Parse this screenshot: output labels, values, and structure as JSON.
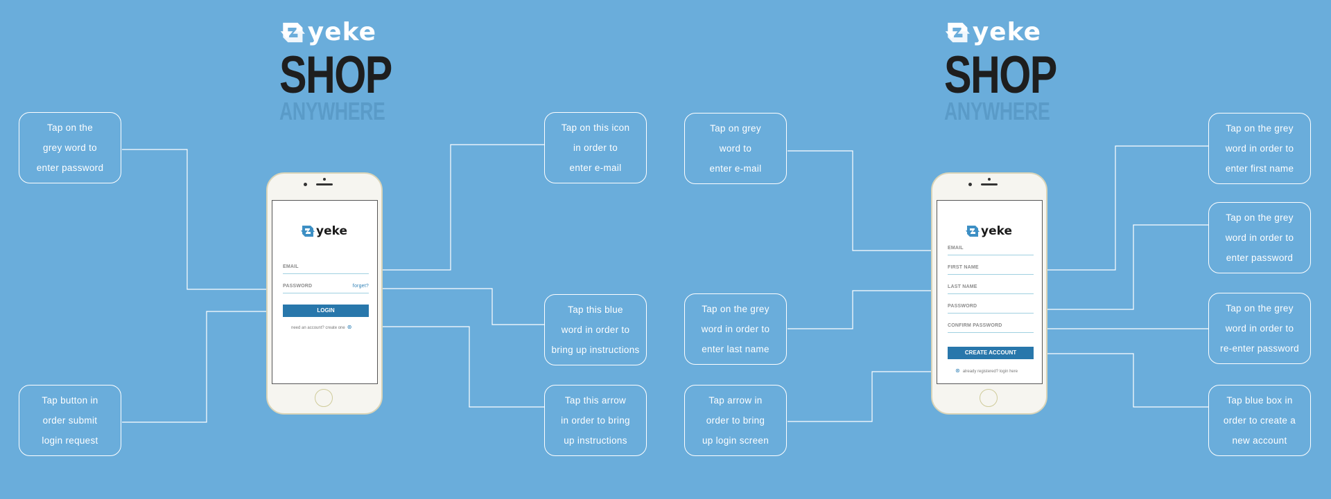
{
  "brand": {
    "logo_text": "yeke",
    "title": "SHOP",
    "subtitle": "ANYWHERE"
  },
  "login_screen": {
    "logo_text": "yeke",
    "email_label": "EMAIL",
    "password_label": "PASSWORD",
    "forgot_link": "forget?",
    "login_button": "LOGIN",
    "create_prompt": "need an account? create one"
  },
  "signup_screen": {
    "logo_text": "yeke",
    "fields": [
      "EMAIL",
      "FIRST NAME",
      "LAST NAME",
      "PASSWORD",
      "CONFIRM PASSWORD"
    ],
    "create_button": "CREATE ACCOUNT",
    "login_prompt": "already registered? login here"
  },
  "callouts": {
    "enter_password_left": [
      "Tap on the",
      "grey word to",
      "enter password"
    ],
    "submit_login": [
      "Tap button in",
      "order submit",
      "login request"
    ],
    "enter_email_icon": [
      "Tap on this icon",
      "in order to",
      "enter e-mail"
    ],
    "forgot_instructions": [
      "Tap this blue",
      "word in order to",
      "bring up instructions"
    ],
    "arrow_instructions": [
      "Tap this arrow",
      "in order to bring",
      "up instructions"
    ],
    "enter_email_grey": [
      "Tap on grey",
      "word to",
      "enter e-mail"
    ],
    "enter_last_name": [
      "Tap on the grey",
      "word in order to",
      "enter last name"
    ],
    "arrow_login_screen": [
      "Tap arrow in",
      "order to bring",
      "up login screen"
    ],
    "enter_first_name": [
      "Tap on the grey",
      "word in order to",
      "enter first name"
    ],
    "enter_password_right": [
      "Tap on the grey",
      "word in order to",
      "enter password"
    ],
    "reenter_password": [
      "Tap on the grey",
      "word in order to",
      "re-enter password"
    ],
    "create_account": [
      "Tap blue box in",
      "order to create a",
      "new account"
    ]
  },
  "colors": {
    "background": "#6aaddb",
    "accent_blue": "#2877ab",
    "logo_blue": "#3d8fc4",
    "dark_text": "#1e1e1e",
    "anywhere_blue": "#5a9bc8"
  }
}
